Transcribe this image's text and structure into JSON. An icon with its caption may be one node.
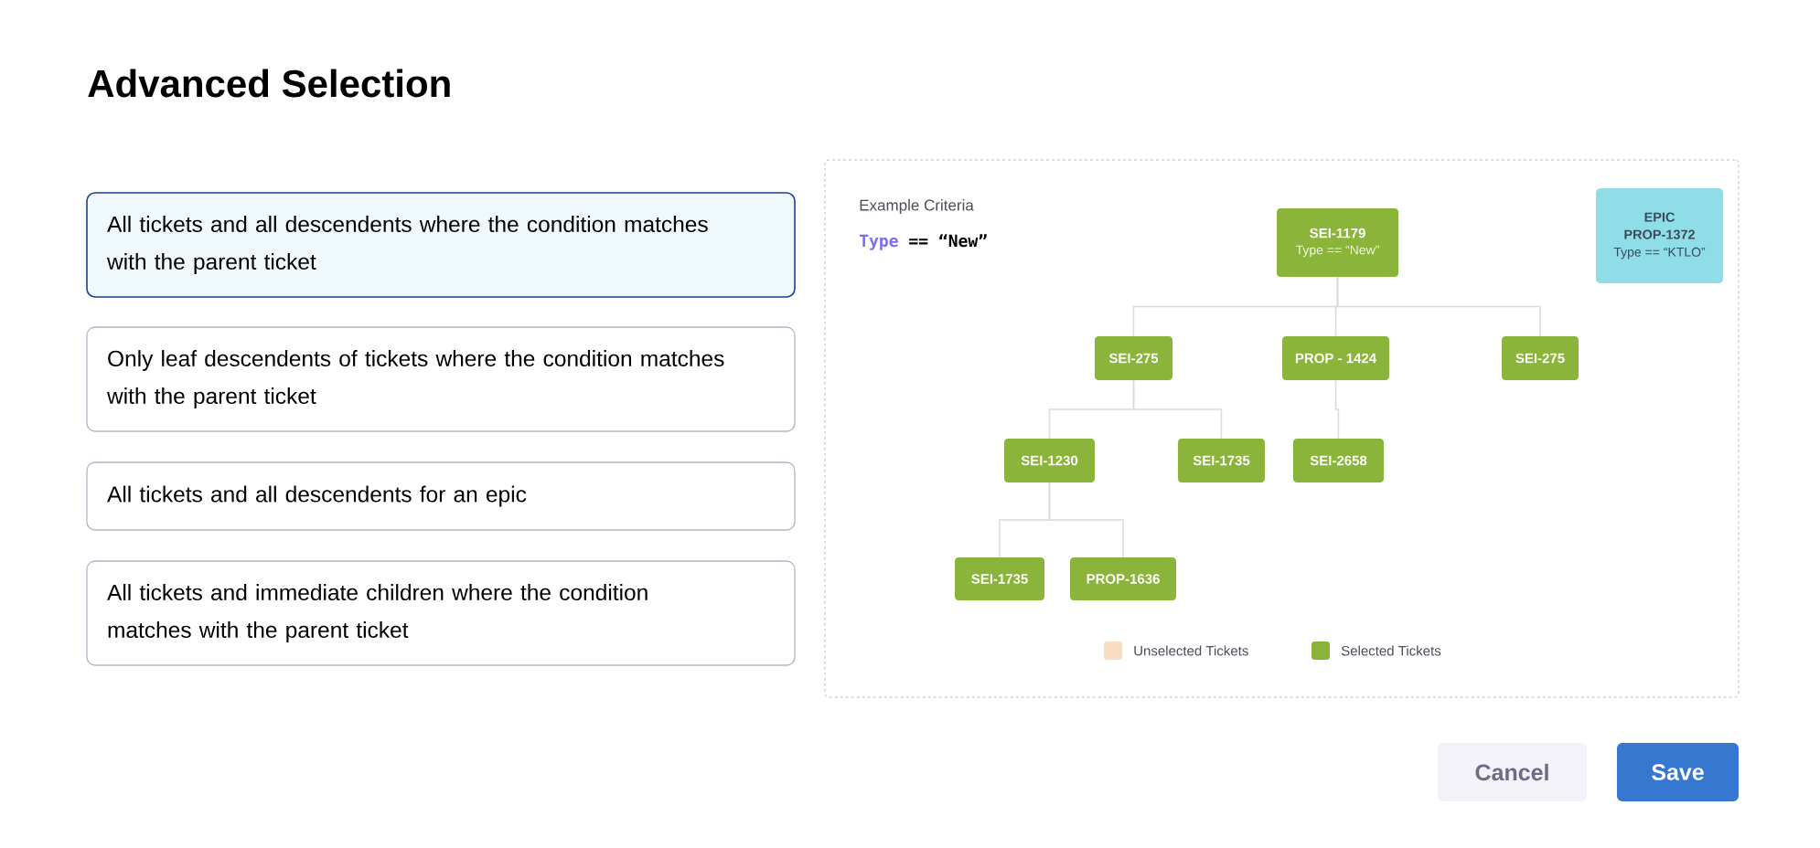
{
  "diagram": {
    "title": "Advanced Selection",
    "nodes": [
      {
        "text": [
          "All tickets and all descendents where the condition matches with the parent ticket"
        ]
      },
      {
        "text": [
          "Only leaf descendents of tickets where the condition matches with the parent ticket"
        ]
      },
      {
        "text": [
          "All tickets and all descendents for an epic"
        ]
      },
      {
        "text": [
          "All tickets and immediate children where the condition matches with the parent ticket"
        ]
      },
      {
        "text": [
          "Example Criteria",
          "Type",
          "== “New”"
        ]
      },
      {
        "text": [
          "SEI-1179",
          "Type == “New”"
        ],
        "in": 4
      },
      {
        "text": [
          "EPIC",
          "PROP-1372",
          "Type == “KTLO”"
        ],
        "in": 4
      },
      {
        "text": [
          "SEI-275"
        ],
        "in": 4
      },
      {
        "text": [
          "PROP - 1424"
        ],
        "in": 4
      },
      {
        "text": [
          "SEI-275"
        ],
        "in": 4
      },
      {
        "text": [
          "SEI-1230"
        ],
        "in": 4
      },
      {
        "text": [
          "SEI-1735"
        ],
        "in": 4
      },
      {
        "text": [
          "SEI-2658"
        ],
        "in": 4
      },
      {
        "text": [
          "SEI-1735"
        ],
        "in": 4
      },
      {
        "text": [
          "PROP-1636"
        ],
        "in": 4
      },
      {
        "text": [
          "Cancel"
        ]
      },
      {
        "text": [
          "Save"
        ]
      }
    ],
    "edges": [
      {
        "from": 5,
        "to": 7,
        "arrow": "none"
      },
      {
        "from": 5,
        "to": 8,
        "arrow": "none"
      },
      {
        "from": 5,
        "to": 9,
        "arrow": "none"
      },
      {
        "from": 7,
        "to": 10,
        "arrow": "none"
      },
      {
        "from": 7,
        "to": 11,
        "arrow": "none"
      },
      {
        "from": 8,
        "to": 12,
        "arrow": "none"
      },
      {
        "from": 10,
        "to": 13,
        "arrow": "none"
      },
      {
        "from": 10,
        "to": 14,
        "arrow": "none"
      }
    ],
    "legend": [
      {
        "text": "Unselected Tickets",
        "color": "#f8dcc4"
      },
      {
        "text": "Selected Tickets",
        "color": "#8bb43a"
      }
    ]
  }
}
